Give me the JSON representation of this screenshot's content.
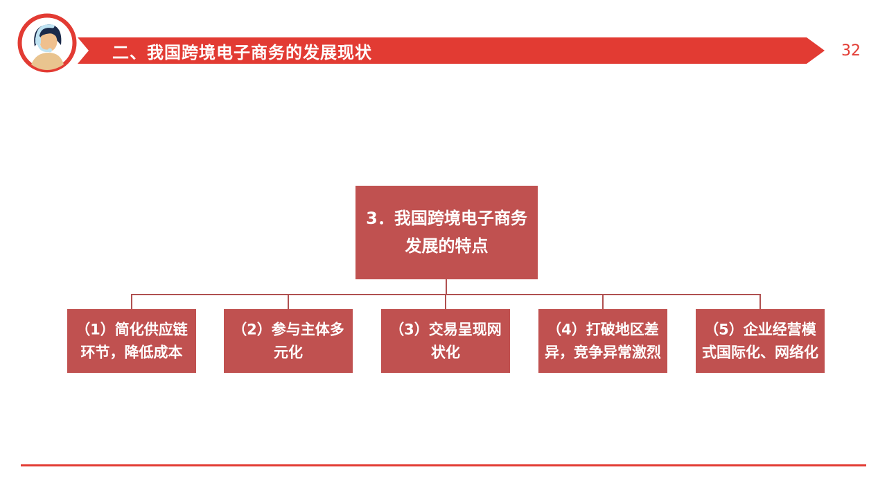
{
  "header": {
    "title": "二、我国跨境电子商务的发展现状",
    "page_number": "32",
    "logo_icon": "support-agent-icon"
  },
  "diagram": {
    "type": "hierarchy",
    "root": "3．我国跨境电子商务\n发展的特点",
    "children": [
      "（1）简化供应链\n环节，降低成本",
      "（2）参与主体多\n元化",
      "（3）交易呈现网\n状化",
      "（4）打破地区差\n异，竞争异常激烈",
      "（5）企业经营模\n式国际化、网络化"
    ]
  },
  "colors": {
    "accent_red": "#e23b33",
    "box_red": "#c05150",
    "connector_red": "#b05050",
    "text_on_red": "#ffffff"
  }
}
